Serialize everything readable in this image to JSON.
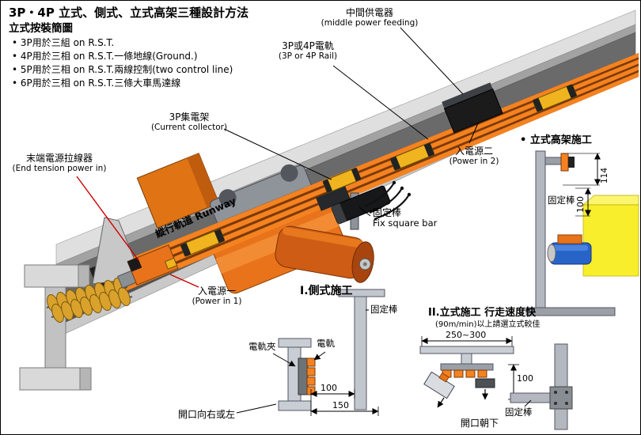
{
  "header": {
    "title": "3P・4P 立式、側式、立式高架三種設計方法",
    "subtitle": "立式按裝簡圖",
    "bullets": [
      "• 3P用於三組 on R.S.T.",
      "• 4P用於三相 on R.S.T.一條地線(Ground.)",
      "• 5P用於三相 on R.S.T.兩線控制(two control line)",
      "• 6P用於三相 on R.S.T.三條大車馬達線"
    ]
  },
  "callouts": {
    "middle_power_zh": "中間供電器",
    "middle_power_en": "(middle power feeding)",
    "rail_zh": "3P或4P電軌",
    "rail_en": "(3P or 4P Rail)",
    "collector_zh": "3P集電架",
    "collector_en": "(Current collector)",
    "power_in_2_zh": "入電源二",
    "power_in_2_en": "(Power in 2)",
    "end_tension_zh": "末端電源拉線器",
    "end_tension_en": "(End tension power in)",
    "runway": "縱行軌道 Runway",
    "fix_bar_zh": "固定棒",
    "fix_bar_en": "Fix square bar",
    "power_in_1_zh": "入電源一",
    "power_in_1_en": "(Power in 1)"
  },
  "detail_elevated": {
    "title": "• 立式高架施工",
    "dim_a": "114",
    "dim_b": "100",
    "fix_bar": "固定棒"
  },
  "detail_side": {
    "title": "I.側式施工",
    "fix_bar": "固定棒",
    "rail_clamp": "電軌夾",
    "rail": "電軌",
    "dim_a": "100",
    "dim_b": "150",
    "opening": "開口向右或左"
  },
  "detail_vertical": {
    "title": "II.立式施工 行走速度快",
    "note": "(90m/min)以上請選立式較佳",
    "dim_span": "250~300",
    "dim_a": "100",
    "fix_bar": "固定棒",
    "opening": "開口朝下"
  },
  "colors": {
    "rail_orange": "#f58220",
    "clamp_yellow": "#f0b41e",
    "hoist_orange": "#e8731a",
    "wall_yellow": "#f8ee2c",
    "motor_blue": "#2864c8",
    "leader_red": "#cc0000",
    "beam_gray": "#6a6a6a"
  }
}
